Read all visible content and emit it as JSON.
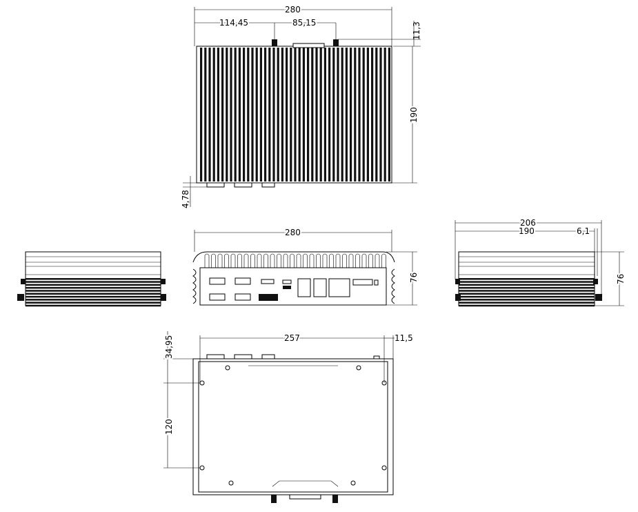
{
  "drawing": {
    "top_view": {
      "width": "280",
      "offset_a": "114,45",
      "offset_b": "85,15",
      "offset_c": "11,3",
      "depth": "190",
      "foot": "4,78"
    },
    "front_view": {
      "width": "280",
      "height": "76"
    },
    "side_view": {
      "overall": "206",
      "depth": "190",
      "offset": "6,1",
      "height": "76"
    },
    "bottom_view": {
      "hole_span": "257",
      "edge": "11,5",
      "front_offset": "34,95",
      "hole_pitch": "120"
    }
  }
}
